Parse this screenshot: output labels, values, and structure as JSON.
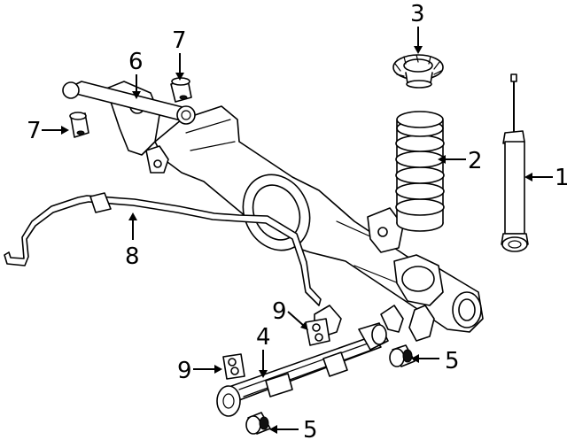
{
  "callouts": [
    {
      "id": "c1",
      "label": "1"
    },
    {
      "id": "c2",
      "label": "2"
    },
    {
      "id": "c3",
      "label": "3"
    },
    {
      "id": "c4",
      "label": "4"
    },
    {
      "id": "c5a",
      "label": "5"
    },
    {
      "id": "c5b",
      "label": "5"
    },
    {
      "id": "c6",
      "label": "6"
    },
    {
      "id": "c7a",
      "label": "7"
    },
    {
      "id": "c7b",
      "label": "7"
    },
    {
      "id": "c8",
      "label": "8"
    },
    {
      "id": "c9a",
      "label": "9"
    },
    {
      "id": "c9b",
      "label": "9"
    }
  ]
}
